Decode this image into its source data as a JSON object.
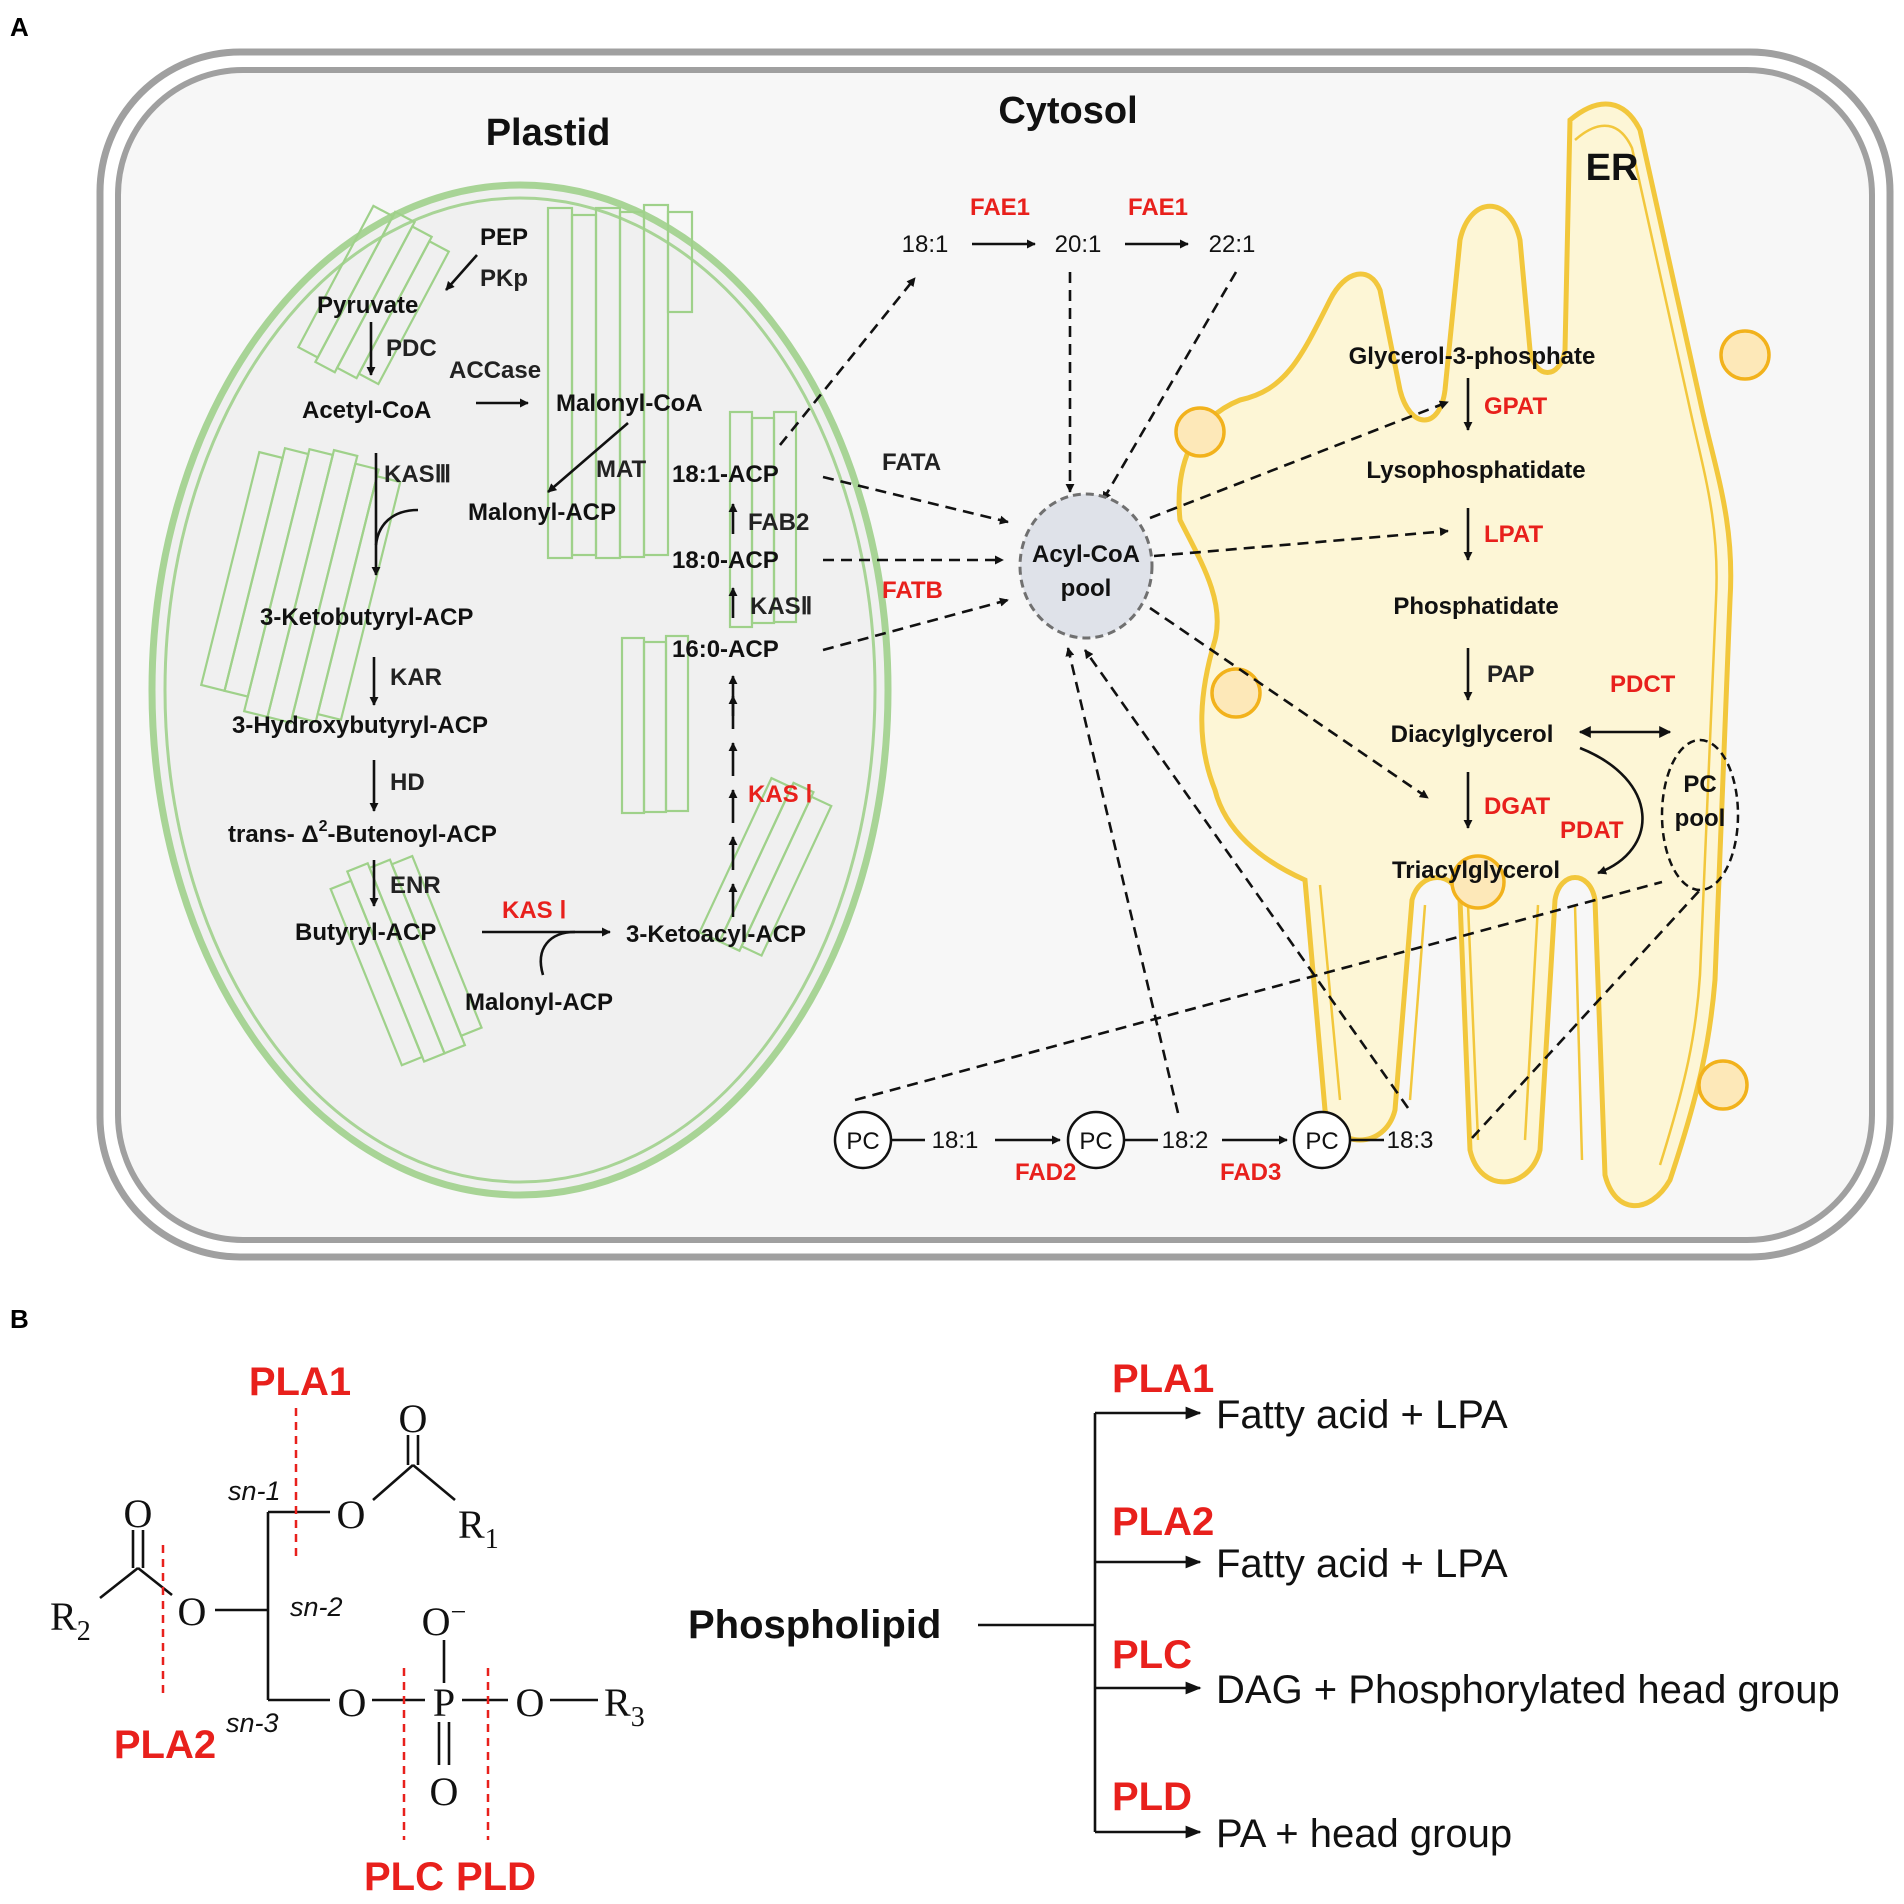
{
  "panel_labels": {
    "a": "A",
    "b": "B"
  },
  "compartments": {
    "plastid": "Plastid",
    "cytosol": "Cytosol",
    "er": "ER"
  },
  "plastid": {
    "pep": "PEP",
    "pkp": "PKp",
    "pyruvate": "Pyruvate",
    "pdc": "PDC",
    "accase": "ACCase",
    "acetyl_coa": "Acetyl-CoA",
    "malonyl_coa": "Malonyl-CoA",
    "mat": "MAT",
    "malonyl_acp": "Malonyl-ACP",
    "kas3": "KASⅢ",
    "ketobutyryl": "3-Ketobutyryl-ACP",
    "kar": "KAR",
    "hydroxybutyryl": "3-Hydroxybutyryl-ACP",
    "hd": "HD",
    "butenoyl_prefix": "trans- Δ",
    "butenoyl_sup": "2",
    "butenoyl_suffix": "-Butenoyl-ACP",
    "enr": "ENR",
    "butyryl": "Butyryl-ACP",
    "kas1_bottom": "KAS Ⅰ",
    "ketoacyl": "3-Ketoacyl-ACP",
    "malonyl_acp_bottom": "Malonyl-ACP",
    "kas1_right": "KAS Ⅰ",
    "acp160": "16:0-ACP",
    "kas2": "KASⅡ",
    "acp180": "18:0-ACP",
    "fab2": "FAB2",
    "acp181": "18:1-ACP"
  },
  "cytosol": {
    "fata": "FATA",
    "fatb": "FATB",
    "fae1_a": "FAE1",
    "fae1_b": "FAE1",
    "fa_181": "18:1",
    "fa_201": "20:1",
    "fa_221": "22:1",
    "acyl_coa_line1": "Acyl-CoA",
    "acyl_coa_line2": "pool",
    "pc1": "PC",
    "pc2": "PC",
    "pc3": "PC",
    "pc_181": "18:1",
    "pc_182": "18:2",
    "pc_183": "18:3",
    "fad2": "FAD2",
    "fad3": "FAD3"
  },
  "er": {
    "g3p": "Glycerol-3-phosphate",
    "gpat": "GPAT",
    "lysopa": "Lysophosphatidate",
    "lpat": "LPAT",
    "pa": "Phosphatidate",
    "pap": "PAP",
    "pdct": "PDCT",
    "dag": "Diacylglycerol",
    "dgat": "DGAT",
    "pdat": "PDAT",
    "tag": "Triacylglycerol",
    "pc_pool_line1": "PC",
    "pc_pool_line2": "pool"
  },
  "panel_b": {
    "pla1_label": "PLA1",
    "pla2_label": "PLA2",
    "plc_label": "PLC",
    "pld_label": "PLD",
    "sn1": "sn-1",
    "sn2": "sn-2",
    "sn3": "sn-3",
    "r1": "R",
    "r1_sub": "1",
    "r2": "R",
    "r2_sub": "2",
    "r3": "R",
    "r3_sub": "3",
    "o": "O",
    "o_minus": "O",
    "minus": "−",
    "p": "P",
    "phospholipid": "Phospholipid",
    "branches": [
      {
        "enzyme": "PLA1",
        "product": "Fatty acid + LPA"
      },
      {
        "enzyme": "PLA2",
        "product": "Fatty acid + LPA"
      },
      {
        "enzyme": "PLC",
        "product": "DAG + Phosphorylated head group"
      },
      {
        "enzyme": "PLD",
        "product": "PA + head group"
      }
    ]
  },
  "colors": {
    "enzyme_red": "#e8201c",
    "plastid_green": "#9fd18a",
    "er_yellow": "#f2c73c"
  }
}
